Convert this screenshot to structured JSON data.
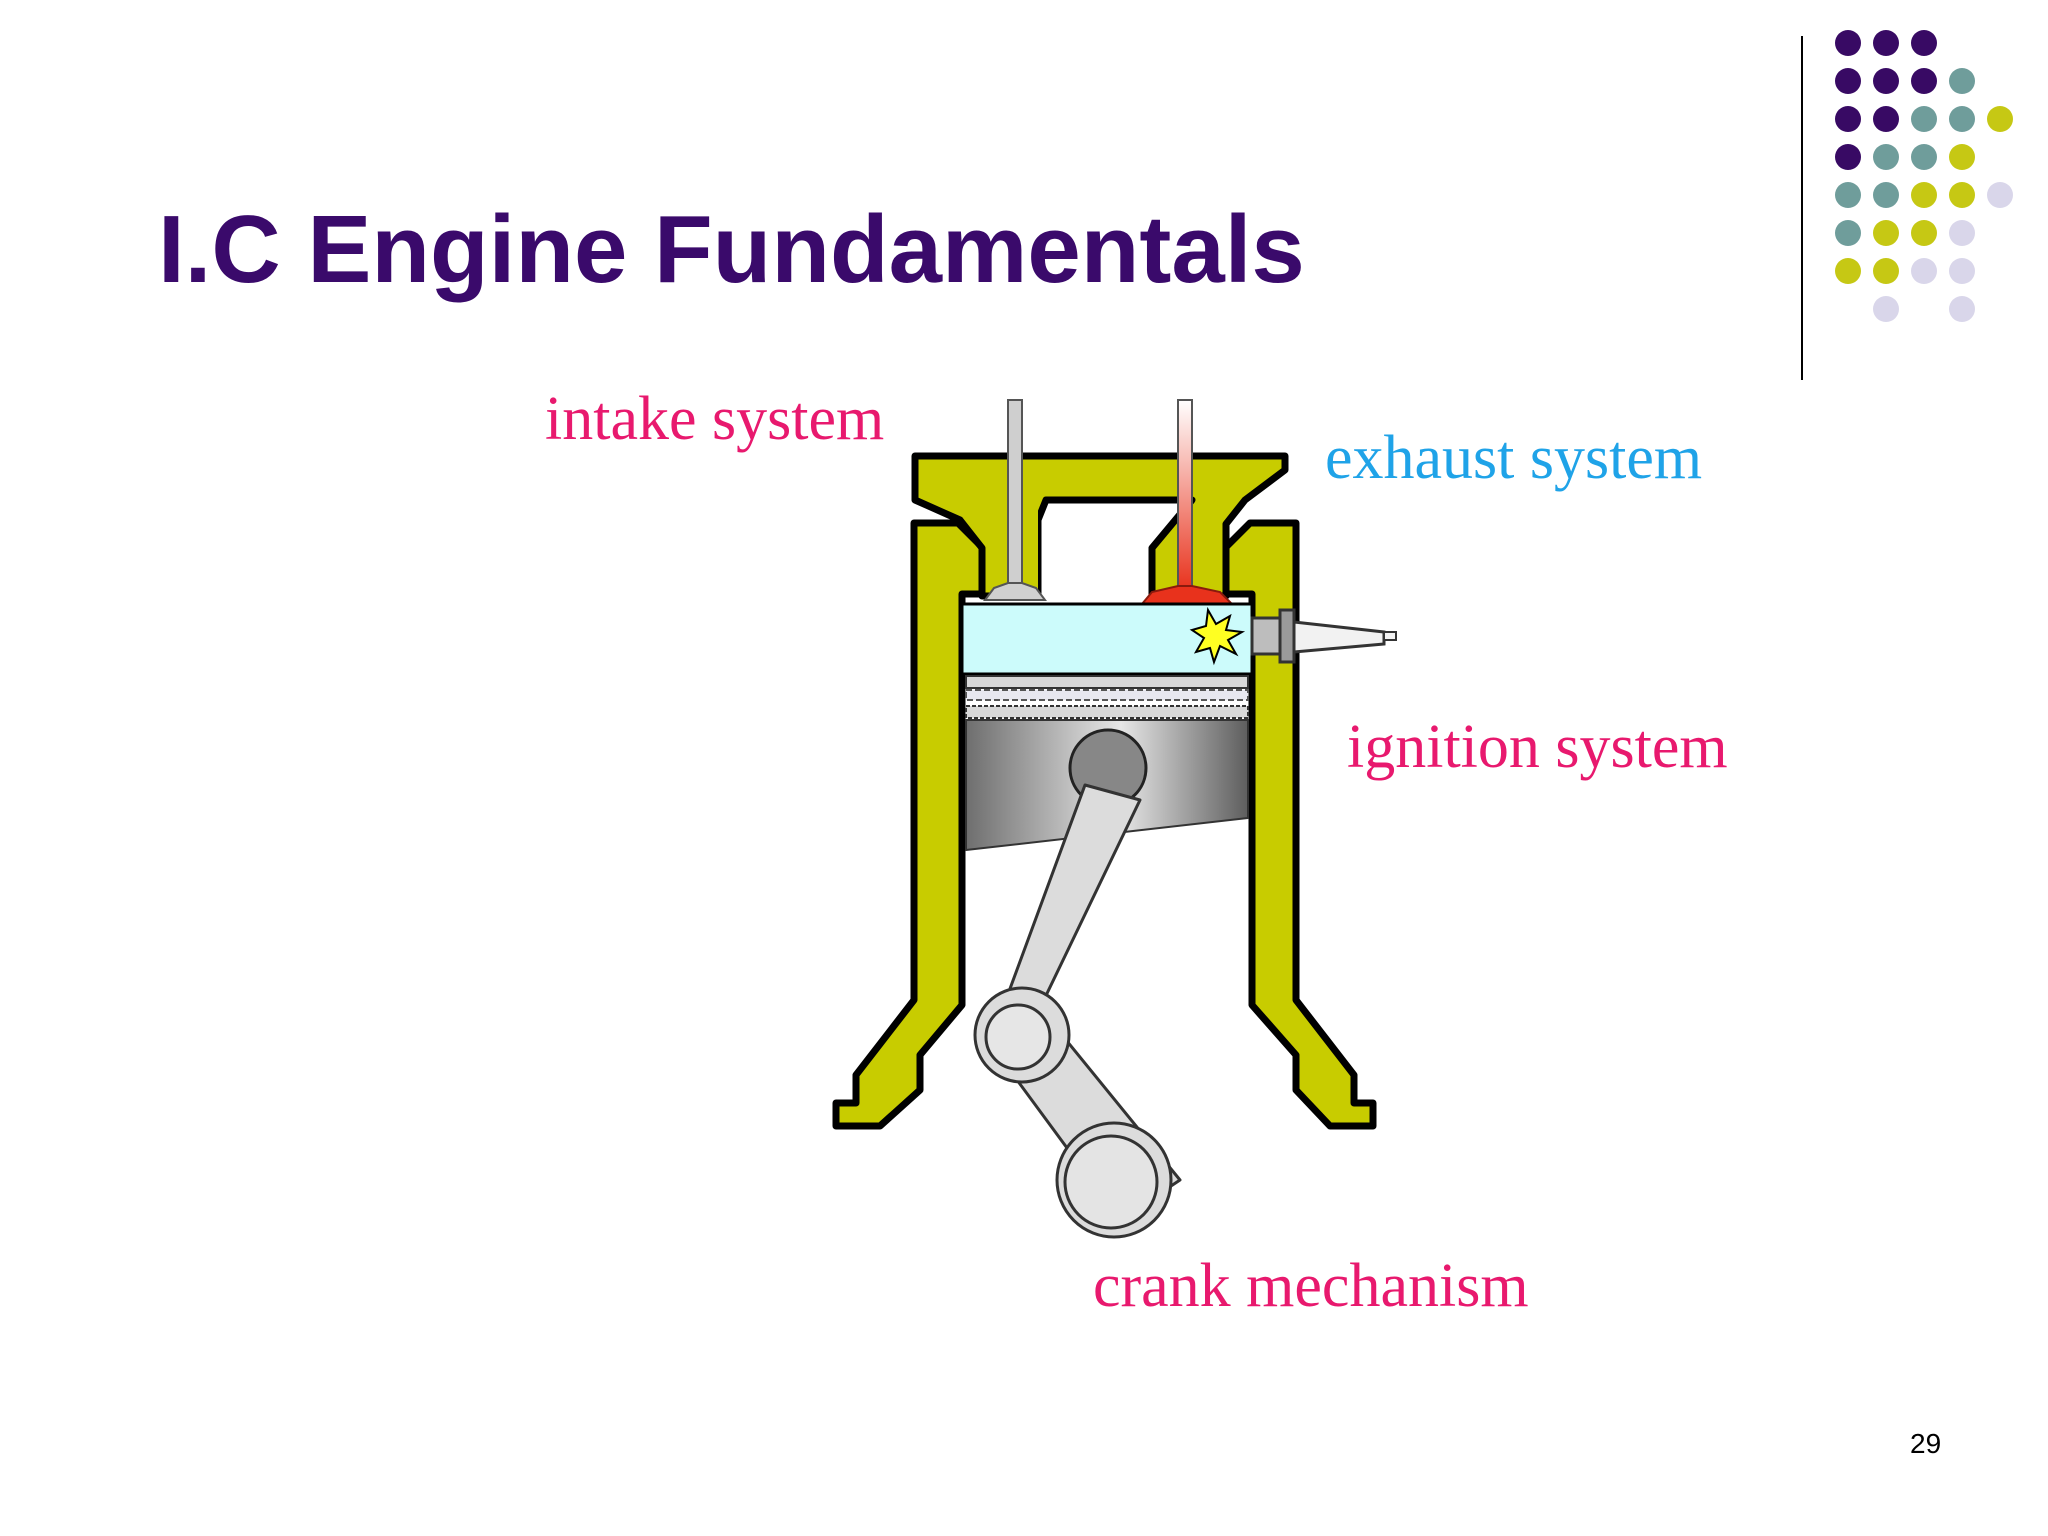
{
  "slide": {
    "title": "I.C Engine Fundamentals",
    "page_number": "29"
  },
  "labels": {
    "intake": "intake system",
    "exhaust": "exhaust system",
    "ignition": "ignition system",
    "crank": "crank mechanism"
  },
  "colors": {
    "title": "#3a0a6b",
    "intake_label": "#e8196e",
    "exhaust_label": "#1fa3e8",
    "ignition_label": "#e8196e",
    "crank_label": "#e8196e",
    "engine_block": "#c8cc00",
    "combustion_chamber": "#ccfbfb",
    "exhaust_valve": "#e8321c",
    "piston": "#9a9a9a",
    "dot_purple": "#380a64",
    "dot_teal": "#6f9d9b",
    "dot_yellow": "#c6c814",
    "dot_lavender": "#d9d6ea"
  }
}
